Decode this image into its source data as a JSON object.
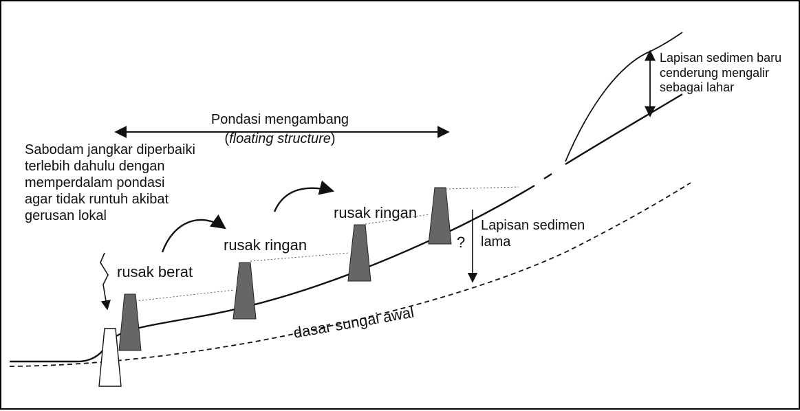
{
  "labels": {
    "floating_title": "Pondasi mengambang",
    "floating_paren_open": "(",
    "floating_italic": "floating structure",
    "floating_paren_close": ")",
    "sabodam_lines": [
      "Sabodam jangkar diperbaiki",
      "terlebih dahulu dengan",
      "memperdalam pondasi",
      "agar tidak runtuh akibat",
      "gerusan lokal"
    ],
    "rusak_berat": "rusak berat",
    "rusak_ringan_1": "rusak ringan",
    "rusak_ringan_2": "rusak ringan",
    "question": "?",
    "old_sediment_lines": [
      "Lapisan sedimen",
      "lama"
    ],
    "new_sediment_lines": [
      "Lapisan sedimen baru",
      "cenderung mengalir",
      "sebagai lahar"
    ],
    "river_bed": "dasar sungai awal"
  },
  "colors": {
    "stroke": "#111111",
    "dam_fill": "#666666",
    "anchor_fill": "#ffffff"
  }
}
